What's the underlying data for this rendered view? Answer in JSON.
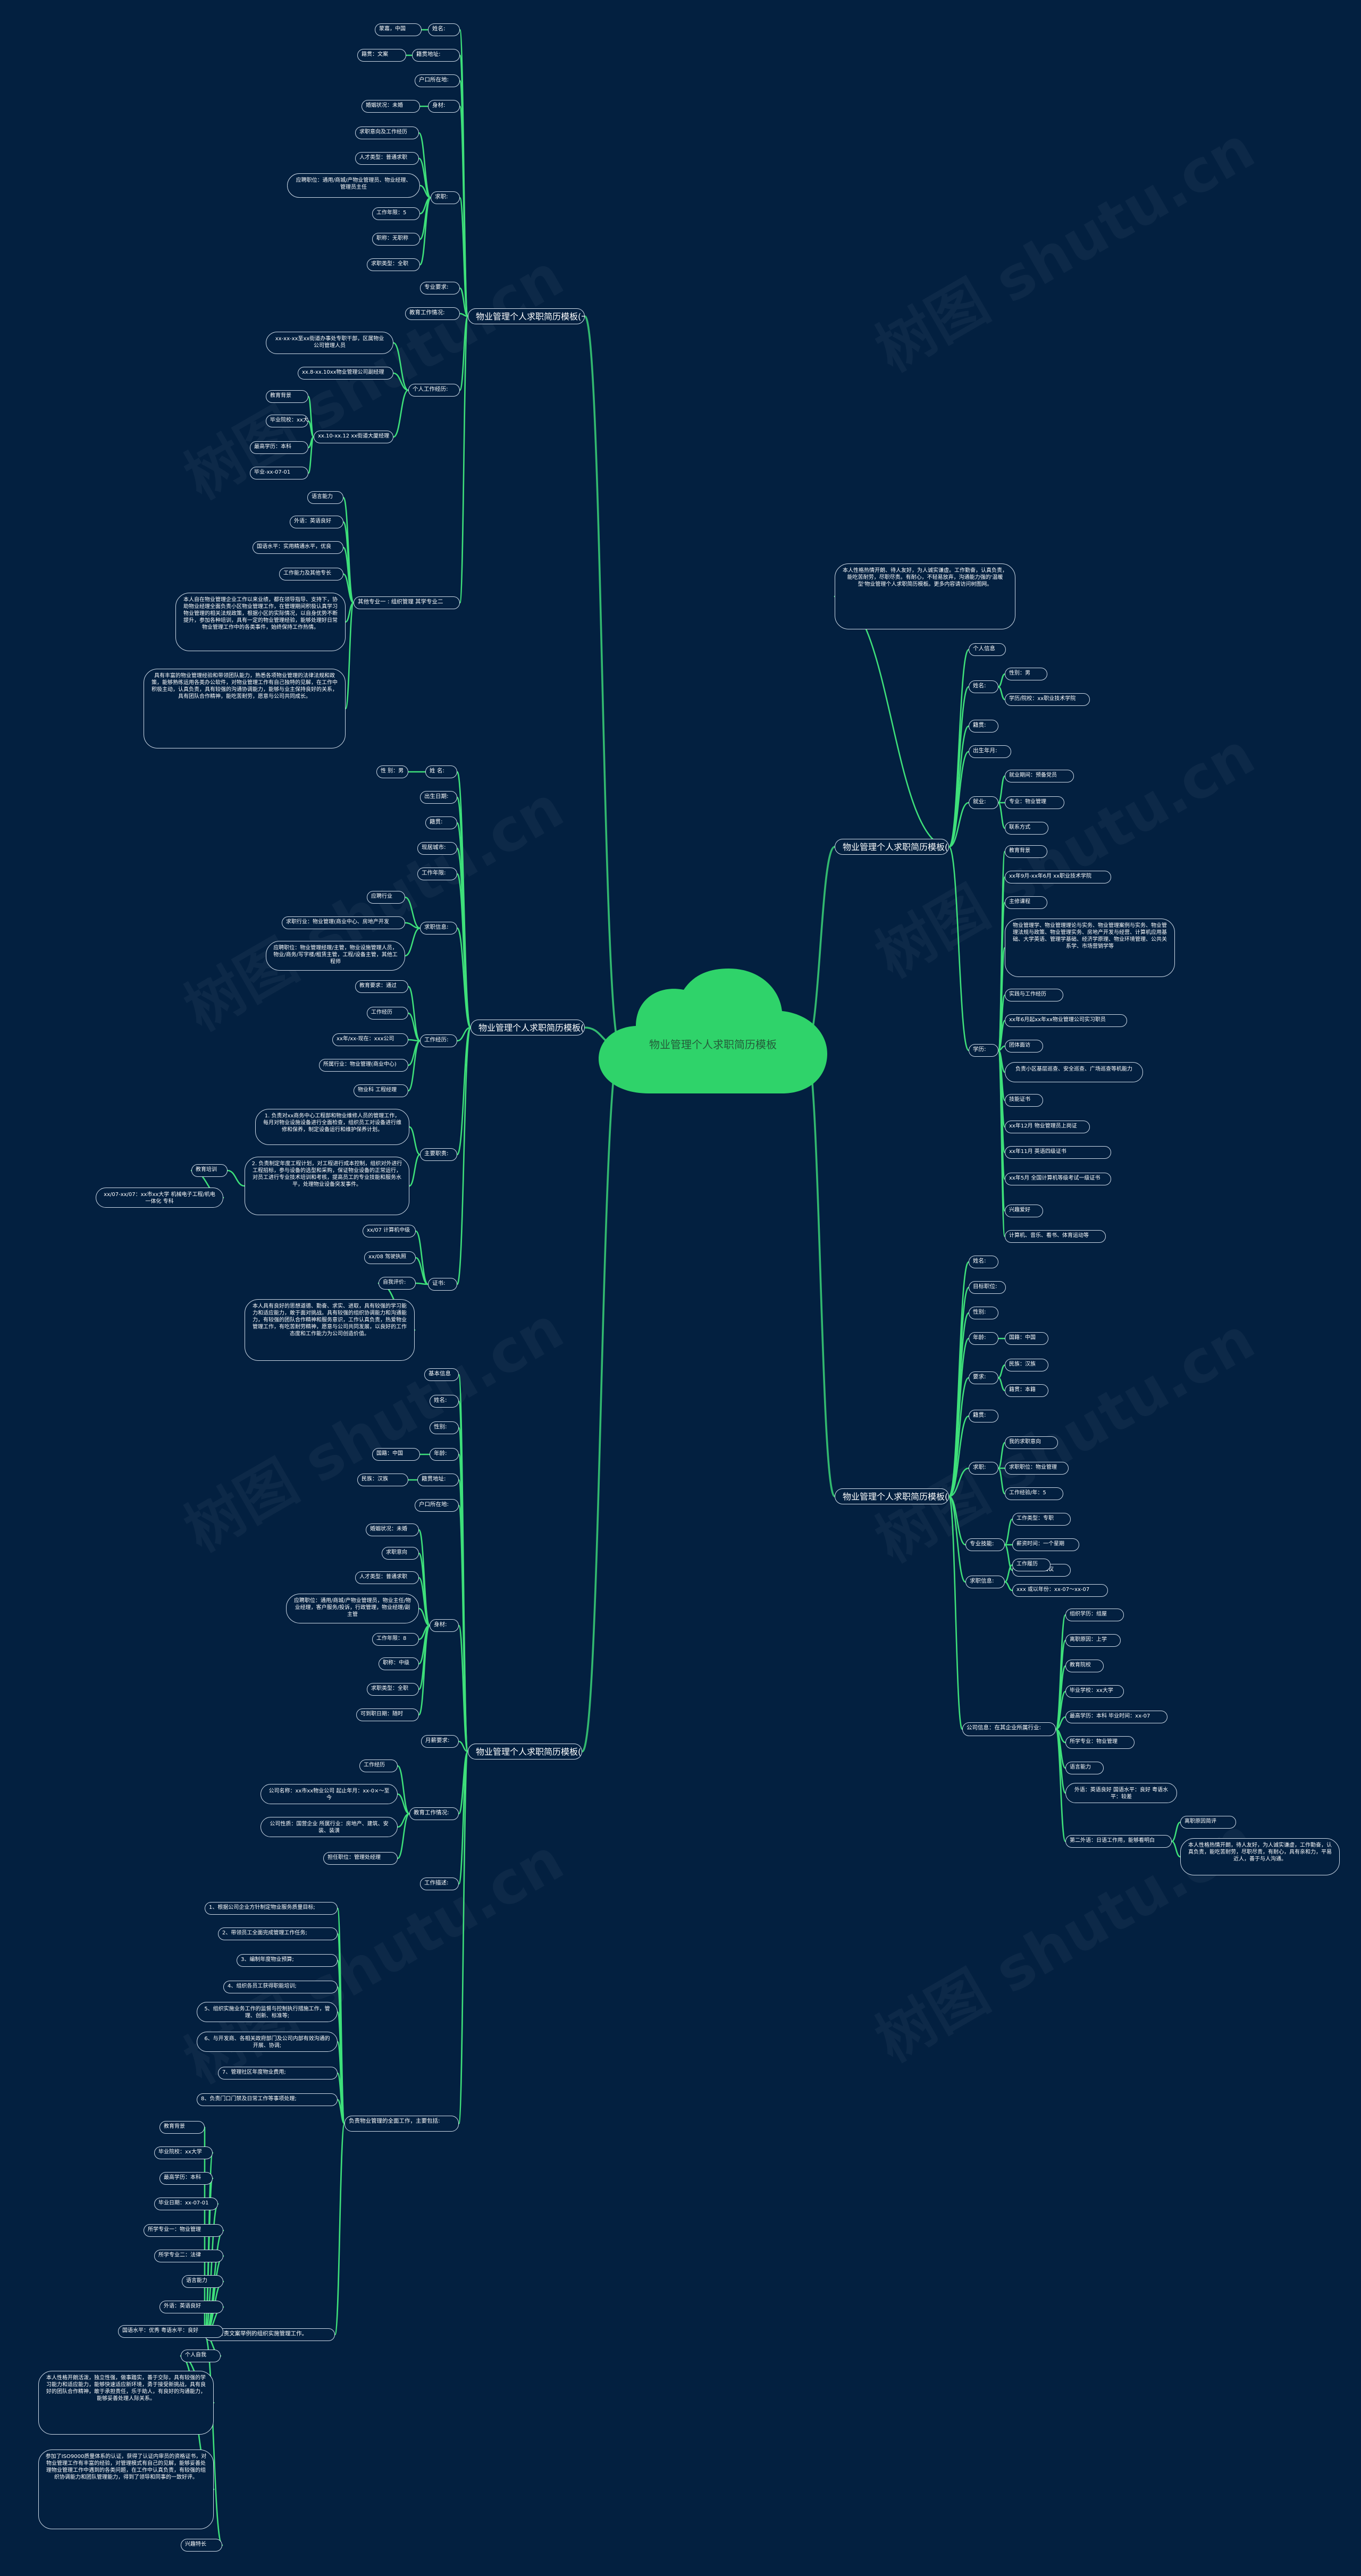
{
  "root": {
    "title": "物业管理个人求职简历模板"
  },
  "watermarks": [
    "树图 shutu.cn",
    "树图 shutu.cn",
    "树图 shutu.cn",
    "树图 shutu.cn",
    "树图 shutu.cn",
    "树图 shutu.cn",
    "树图 shutu.cn",
    "树图 shutu.cn"
  ],
  "branches": {
    "b1": {
      "title": "物业管理个人求职简历模板(一)",
      "xingming": "姓名:",
      "xingming_v": "蒙嘉，中国",
      "huji": "籍贯地址:",
      "huji_v": "籍贯：文案",
      "hukou": "户口所在地:",
      "shenti": "身材:",
      "shenti_v": "婚姻状况：未婚",
      "qiuzhi": "求职:",
      "qiuzhi_items": [
        "求职意向及工作经历",
        "人才类型：普通求职",
        "应聘职位：通用/商城/产物业管理员、物业经理、管理员主任",
        "工作年限：5",
        "职称：无职称",
        "求职类型：全职"
      ],
      "zhuanye": "专业要求:",
      "jingli": "教育工作情况:",
      "geren": "个人工作经历:",
      "geren_items": [
        "xx-xx-xx至xx街道办事处专职干部，区属物业公司管理人员",
        "xx.8-xx.10xx物业管理公司副经理",
        "xx.10-xx.12 xx街道大厦经理"
      ],
      "jiaoyu": [
        "教育背景",
        "毕业院校：xx大学",
        "最高学历：本科",
        "毕业-xx-07-01"
      ],
      "techang": "其他专业一 : 组织管理 其学专业二",
      "techang_items": [
        "语言能力",
        "外语：英语良好",
        "国语水平：实用精通水平，优良",
        "工作能力及其他专长"
      ],
      "para1": "本人自在物业管理企业工作以来业绩，都在领导指导、支持下，协助物业经理全面负责小区物业管理工作，在管理期间积极认真学习物业管理的相关法规政策，根据小区的实际情况，以自身优势不断提升，参加各种培训，具有一定的物业管理经验，能够处理好日常物业管理工作中的各类事件，始终保持工作热情。",
      "para2": "具有丰富的物业管理经验和带领团队能力，熟悉各项物业管理的法律法规和政策，能够熟练运用各类办公软件，对物业管理工作有自己独特的见解，在工作中积极主动，认真负责，具有较强的沟通协调能力，能够与业主保持良好的关系，具有团队合作精神，能吃苦耐劳，愿意与公司共同成长。"
    },
    "b2": {
      "title": "物业管理个人求职简历模板(二)",
      "intro": "本人性格热情开朗、待人友好，为人诚实谦虚。工作勤奋，认真负责，能吃苦耐劳，尽职尽责。有耐心，不轻易放弃，沟通能力强的'温暖型'物业管理个人求职简历模板。更多内容请访问树图网。",
      "geren": "个人信息",
      "xingming": "姓名:",
      "xingbie": "性别：男",
      "xueli": "学历/院校：xx职业技术学院",
      "jiguan": "籍贯:",
      "chusheng": "出生年月:",
      "zhaopin": "就业:",
      "zhaopin_items": [
        "就业期间：预备党员",
        "专业：物业管理",
        "联系方式"
      ],
      "xuexi": "学历:",
      "xuexi_items": [
        "教育背景",
        "xx年9月-xx年6月 xx职业技术学院",
        "主修课程",
        "物业管理学、物业管理理论与实务、物业管理案例与实务、物业管理法规与政策、物业管理实务、房地产开发与经营、计算机应用基础、大学英语、管理学基础、经济学原理、物业环境管理、公共关系学、市场营销学等",
        "实践与工作经历",
        "xx年6月起xx年xx物业管理公司实习职员",
        "团体面访",
        "负责小区基层巡查、安全巡查、广场巡查等机能力",
        "技能证书",
        "xx年12月 物业管理员上岗证",
        "xx年11月 英语四级证书",
        "xx年5月 全国计算机等级考试一级证书",
        "兴趣爱好",
        "计算机、音乐、看书、体育运动等"
      ]
    },
    "b3": {
      "title": "物业管理个人求职简历模板(三)",
      "top": [
        "性 别：男",
        "出生日期:",
        "籍贯:",
        "现居城市:",
        "工作年限:"
      ],
      "xingming": "姓 名:",
      "qiuzhi": "求职信息:",
      "qiuzhi_items": [
        "应聘行业",
        "求职行业：物业管理(商业中心、房地产开发",
        "应聘职位：物业管理经理/主管，物业设施管理人员，物业/商务/写字楼/租赁主管，工程/设备主管，其他工程师"
      ],
      "gongzuo": "工作经历:",
      "gongzuo_items": [
        "教育要求：通过",
        "工作经历",
        "xx年/xx-现在：xxx公司",
        "所属行业：物业管理(商业中心)",
        "物业科 工程经理"
      ],
      "zhuyao": "主要职责:",
      "zhuyao_items": [
        "1. 负责对xx商务中心工程部和物业维修人员的管理工作，每月对物业设施设备进行全面检查，组织员工对设备进行维修和保养，制定设备运行和维护保养计划。",
        "2. 负责制定年度工程计划，对工程进行成本控制，组织对外进行工程招标，参与设备的选型和采购，保证物业设备的正常运行，对员工进行专业技术培训和考核，提高员工的专业技能和服务水平，处理物业设备突发事件。"
      ],
      "jiaoyu": "教育培训",
      "jiaoyu_v": "xx/07-xx/07：xx市xx大学 机械电子工程/机电一体化 专科",
      "zhengshu": "证书:",
      "zhengshu_items": [
        "xx/07 计算机中级",
        "xx/08 驾驶执照",
        "自我评价:"
      ],
      "para": "本人具有良好的思想道德、勤奋、求实、进取，具有较强的学习能力和适应能力，敢于面对挑战。具有较强的组织协调能力和沟通能力，有较强的团队合作精神和服务意识，工作认真负责，热爱物业管理工作，有吃苦耐劳精神，愿意与公司共同发展，以良好的工作态度和工作能力为公司创造价值。"
    },
    "b4": {
      "title": "物业管理个人求职简历模板(四)",
      "items": [
        "姓名:",
        "目标职位:",
        "性别:",
        "年龄:"
      ],
      "nianling_v": "国籍：中国",
      "yaoqiu": "要求:",
      "yaoqiu_items": [
        "民族：汉族",
        "籍贯：本籍"
      ],
      "jiguan": "籍贯:",
      "qiuzhi": "求职:",
      "qiuzhi_items": [
        "我的求职意向",
        "求职职位：物业管理",
        "工作经验/年：5"
      ],
      "zhuanye": "专业技能:",
      "zhuanye_items": [
        "工作类型：专职",
        "薪资时间：一个星期",
        "期望薪资：面议"
      ],
      "jiaoyu": "求职信息:",
      "jiaoyu_items": [
        "工作履历",
        "xxx 或以年份：xx-07～xx-07"
      ],
      "gongsi": "公司信息：在其企业所属行业:",
      "gongsi_items": [
        "组织学历：组屋",
        "离职原因：上学",
        "教育院校",
        "毕业学校：xx大学",
        "最高学历：本科 毕业时间：xx-07",
        "所学专业：物业管理",
        "语言能力",
        "外语：英语良好 国语水平：良好 粤语水平：较差",
        "第二外语：日语工作用，能够看明白"
      ],
      "ziwo": "离职原因简评",
      "ziwo_v": "本人性格热情开朗，待人友好，为人诚实谦虚，工作勤奋，认真负责，能吃苦耐劳，尽职尽责，有耐心，具有亲和力，平易近人，善于与人沟通。"
    },
    "b5": {
      "title": "物业管理个人求职简历模板(五)",
      "top": [
        "基本信息",
        "姓名:",
        "性别:",
        "年龄:",
        "籍贯地址:",
        "户口所在地:"
      ],
      "nianling_v": "国籍：中国",
      "huji_v": "民族：汉族",
      "shenti": "身材:",
      "shenti_items": [
        "婚姻状况：未婚",
        "求职意向",
        "人才类型：普通求职",
        "应聘职位：通用/商城/产物业管理员，物业主任/物业经理，客户服务/投诉，行政管理，物业经理/副主管",
        "工作年限：8",
        "职称：中级",
        "求职类型：全职",
        "可到职日期：随时"
      ],
      "qiwang": "月薪要求:",
      "jingli": "教育工作情况:",
      "jingli_items": [
        "工作经历",
        "公司名称：xx市xx物业公司 起止年月：xx-0×～至今",
        "公司性质：国营企业 所属行业：房地产、建筑、安装、装潢",
        "担任职位：管理处经理"
      ],
      "gongzuo": "工作描述:",
      "zhize": "负责物业管理的全面工作，主要包括:",
      "zhize_items": [
        "1、根据公司企业方针制定物业服务质量目标;",
        "2、带领员工全面完成管理工作任务;",
        "3、编制年度物业预算;",
        "4、组织各员工获得职能培训;",
        "5、组织实施业务工作的监督与控制执行措施工作，管理、创新、标准等;",
        "6、与开发商、各相关政府部门及公司内部有效沟通的开展、协调;",
        "7、管理社区年度物业费用;",
        "8、负责门口门禁及日常工作等事项处理;"
      ],
      "jiaoyu": "9、负责文案举例的组织实施管理工作。",
      "jiaoyu_items": [
        "教育背景",
        "毕业院校：xx大学",
        "最高学历：本科",
        "毕业日期：xx-07-01",
        "所学专业一：物业管理",
        "所学专业二：法律",
        "语言能力",
        "外语：英语良好",
        "国语水平：优秀 粤语水平：良好",
        "个人自我"
      ],
      "para1": "本人性格开朗活泼，独立性强，做事踏实，善于交际，具有较强的学习能力和适应能力，能够快速适应新环境，勇于接受新挑战，具有良好的团队合作精神，敢于承担责任，乐于助人，有良好的沟通能力，能够妥善处理人际关系。",
      "para2": "参加了ISO9000质量体系的认证，获得了认证内审员的资格证书，对物业管理工作有丰富的经验，对管理模式有自己的见解，能够妥善处理物业管理工作中遇到的各类问题，在工作中认真负责，有较强的组织协调能力和团队管理能力，得到了领导和同事的一致好评。",
      "last": "兴趣特长"
    }
  }
}
